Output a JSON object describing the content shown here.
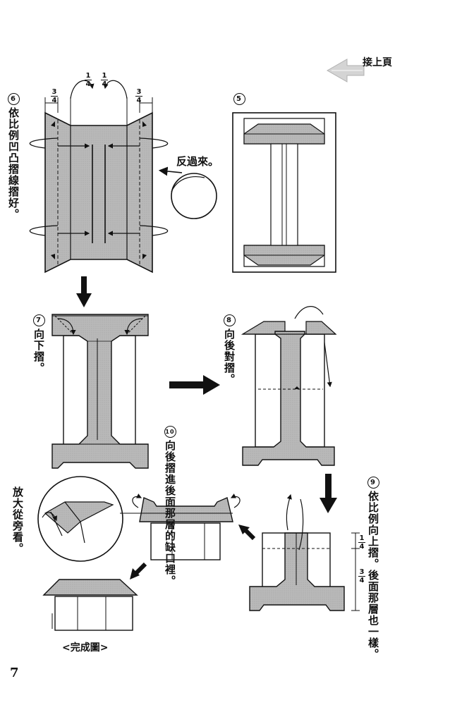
{
  "header": {
    "continue_label": "接上頁"
  },
  "page": {
    "number": "7"
  },
  "fraction": {
    "quarter_num": "1",
    "quarter_den": "4",
    "three_num": "3",
    "three_den": "4"
  },
  "steps": {
    "s5": {
      "num": "5",
      "note": "反過來。"
    },
    "s6": {
      "num": "6",
      "text": "依比例凹凸摺線摺好。"
    },
    "s7": {
      "num": "7",
      "text": "向下摺。"
    },
    "s8": {
      "num": "8",
      "text": "向後對摺。"
    },
    "s9": {
      "num": "9",
      "text_a": "依比例向上摺。",
      "text_b": "後面那層也一樣。"
    },
    "s10": {
      "num": "10",
      "text_a": "向後摺進後面",
      "text_b": "那層的缺口裡。"
    }
  },
  "zoom": {
    "text": "放大從旁看。"
  },
  "final": {
    "label": "<完成圖>"
  },
  "colors": {
    "gray": "#b8b8b8",
    "ink": "#111111",
    "arrow_gray": "#cfcfcf"
  }
}
